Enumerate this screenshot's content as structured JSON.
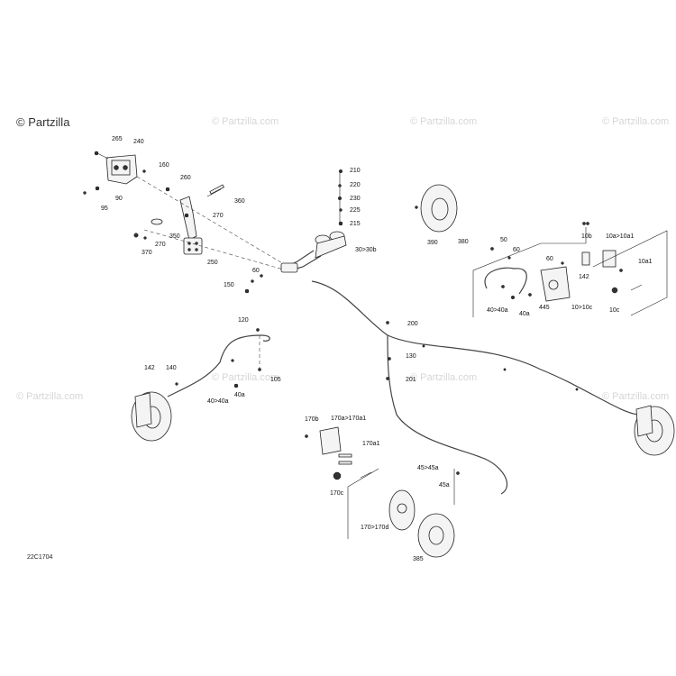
{
  "watermarks": [
    "© Partzilla",
    "© Partzilla.com",
    "© Partzilla.com",
    "© Partzilla.com",
    "© Partzilla.com",
    "© Partzilla.com",
    "© Partzilla.com",
    "© Partzilla.com"
  ],
  "diagram_code": "22C1704",
  "callouts": {
    "c265": "265",
    "c240": "240",
    "c160": "160",
    "c260": "260",
    "c90": "90",
    "c95": "95",
    "c360": "360",
    "c270a": "270",
    "c350": "350",
    "c270b": "270",
    "c370": "370",
    "c250": "250",
    "c210": "210",
    "c220": "220",
    "c230": "230",
    "c225": "225",
    "c215": "215",
    "c30": "30>30b",
    "c60a": "60",
    "c150": "150",
    "c390": "390",
    "c380": "380",
    "c50": "50",
    "c60b": "60",
    "c60c": "60",
    "c10b": "10b",
    "c10a": "10a>10a1",
    "c10a1": "10a1",
    "c142a": "142",
    "c40a": "40>40a",
    "c40b": "40a",
    "c445": "445",
    "c10c": "10>10c",
    "c10c2": "10c",
    "c200": "200",
    "c120": "120",
    "c130": "130",
    "c201": "201",
    "c142b": "142",
    "c140": "140",
    "c105": "105",
    "c40c": "40a",
    "c40d": "40>40a",
    "c170b": "170b",
    "c170a": "170a>170a1",
    "c170a1": "170a1",
    "c170c": "170c",
    "c45a": "45>45a",
    "c45b": "45a",
    "c170d": "170>170d",
    "c385": "385"
  }
}
